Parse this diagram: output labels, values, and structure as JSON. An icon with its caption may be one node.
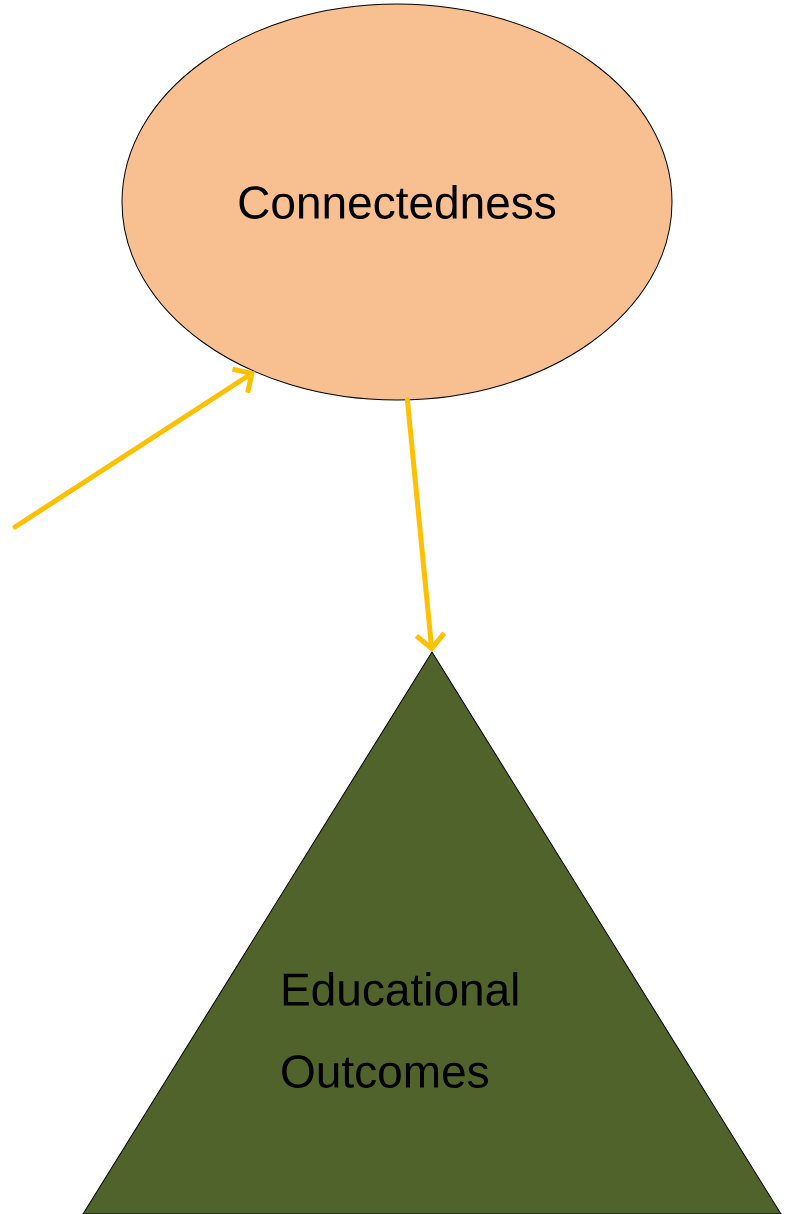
{
  "diagram": {
    "nodes": [
      {
        "text": [
          "Connectedness"
        ]
      },
      {
        "text": [
          "Educational Outcomes"
        ]
      }
    ],
    "edges": [
      {
        "from": null,
        "to": 0,
        "arrow": "to"
      },
      {
        "from": 0,
        "to": 1,
        "arrow": "to"
      }
    ]
  }
}
